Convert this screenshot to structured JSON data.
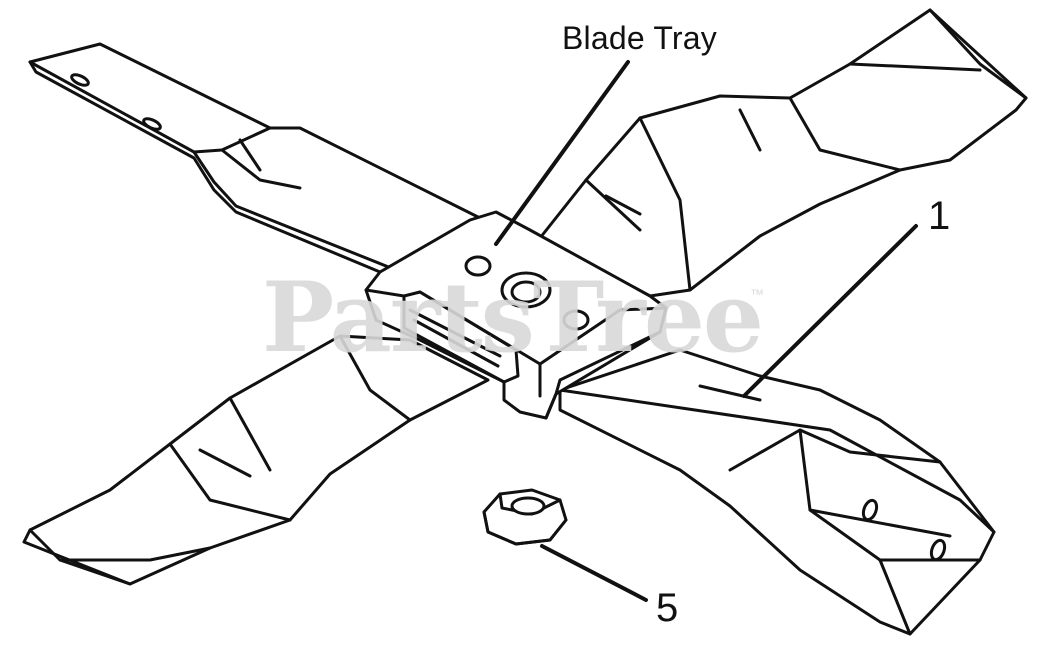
{
  "diagram": {
    "labels": {
      "blade_tray": "Blade Tray",
      "callout_1": "1",
      "callout_5": "5"
    },
    "watermark": {
      "text": "PartsTree",
      "mark": "™"
    },
    "colors": {
      "line": "#111111",
      "watermark": "#d9d9d9",
      "background": "#ffffff"
    }
  }
}
